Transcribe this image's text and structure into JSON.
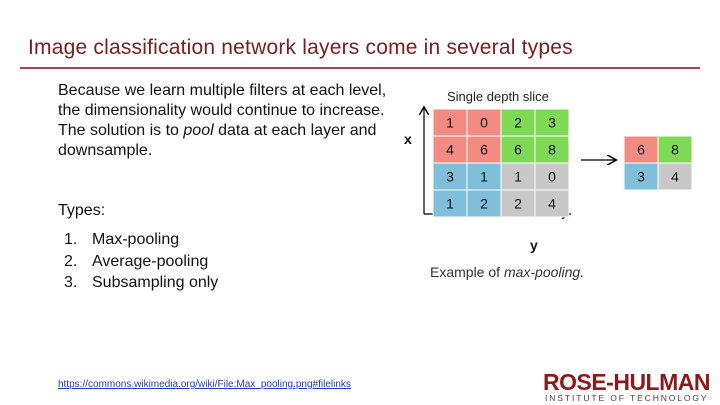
{
  "slide": {
    "title": "Image classification network layers come in several types",
    "body_part1": "Because we learn multiple filters at each level, the dimensionality would continue to increase. The solution is to ",
    "body_em": "pool",
    "body_part2": " data at each layer and downsample.",
    "types_label": "Types:",
    "types": [
      {
        "num": "1.",
        "label": "Max-pooling"
      },
      {
        "num": "2.",
        "label": "Average-pooling"
      },
      {
        "num": "3.",
        "label": "Subsampling only"
      }
    ],
    "source_link": "https://commons.wikimedia.org/wiki/File:Max_pooling.png#filelinks"
  },
  "diagram": {
    "title": "Single depth slice",
    "x_label": "x",
    "y_label": "y",
    "input_grid": [
      [
        "1",
        "0",
        "2",
        "3"
      ],
      [
        "4",
        "6",
        "6",
        "8"
      ],
      [
        "3",
        "1",
        "1",
        "0"
      ],
      [
        "1",
        "2",
        "2",
        "4"
      ]
    ],
    "output_grid": [
      [
        "6",
        "8"
      ],
      [
        "3",
        "4"
      ]
    ],
    "colors": {
      "top_left": "#f28b82",
      "top_right": "#7ed957",
      "bottom_left": "#7fbfd9",
      "bottom_right": "#c8c8c8"
    }
  },
  "caption_prefix": "Example of ",
  "caption_em": "max-pooling.",
  "logo": {
    "word": "ROSE-HULMAN",
    "tagline": "INSTITUTE OF TECHNOLOGY"
  }
}
